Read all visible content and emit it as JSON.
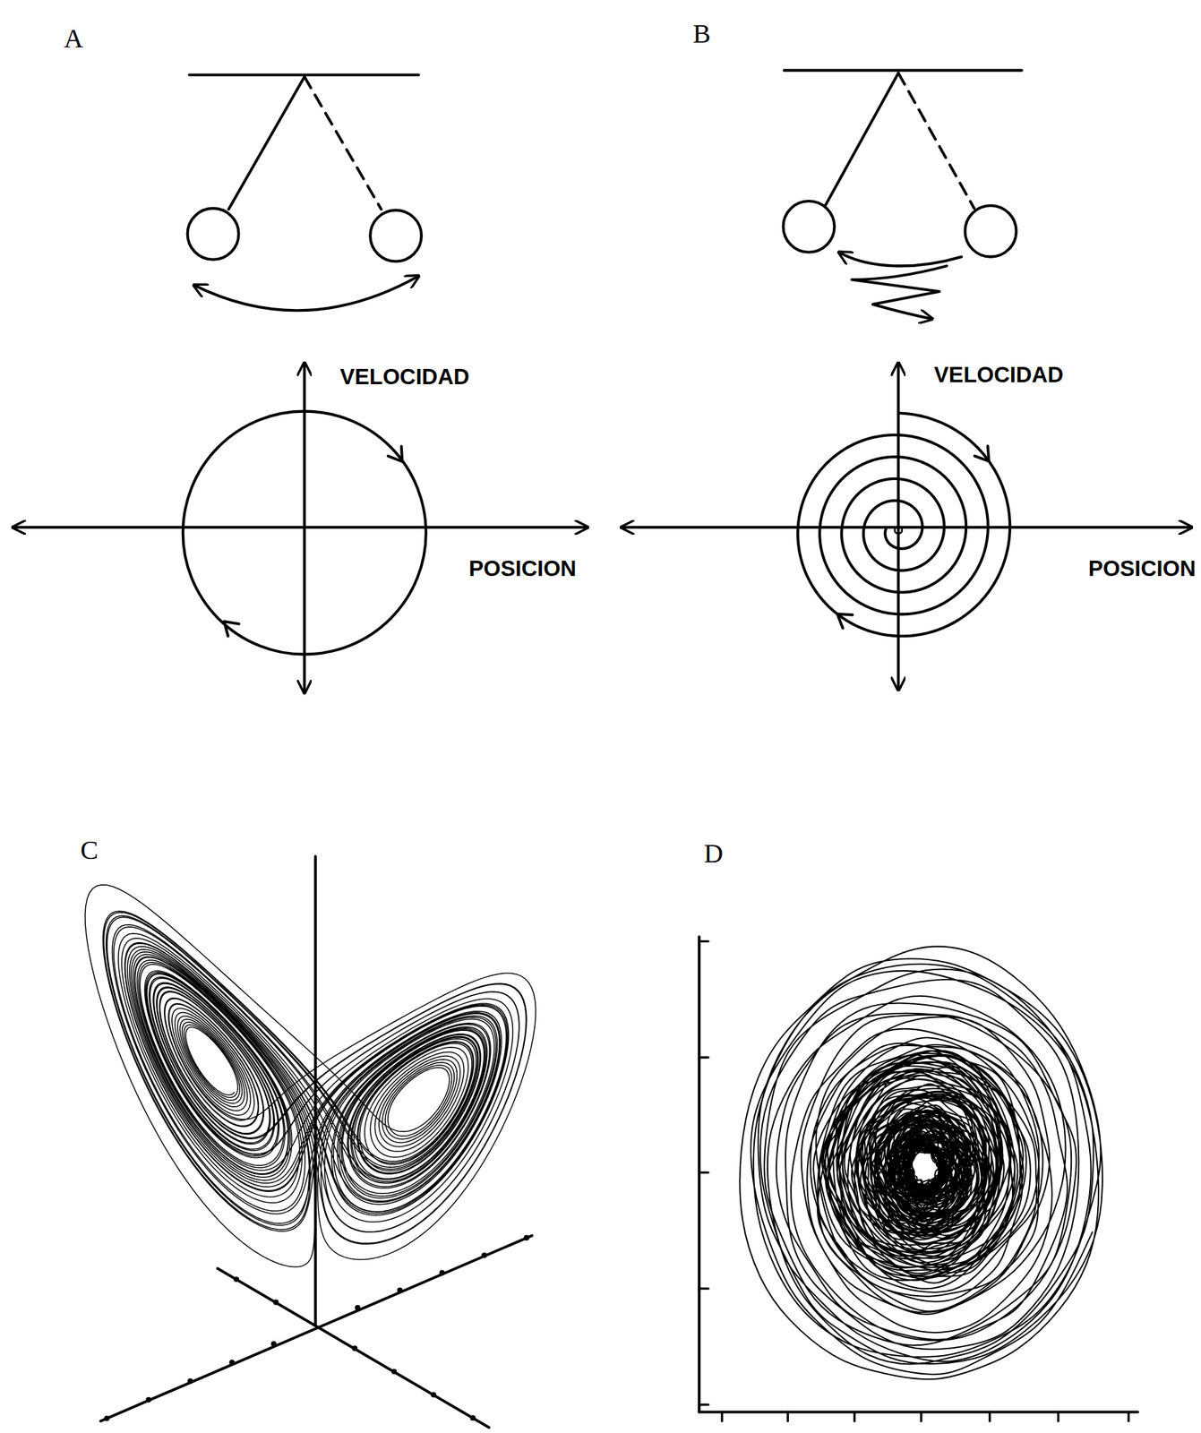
{
  "diagram": {
    "labels": [
      "A",
      "B",
      "VELOCIDAD",
      "POSICION",
      "VELOCIDAD",
      "POSICION",
      "C",
      "D"
    ]
  }
}
